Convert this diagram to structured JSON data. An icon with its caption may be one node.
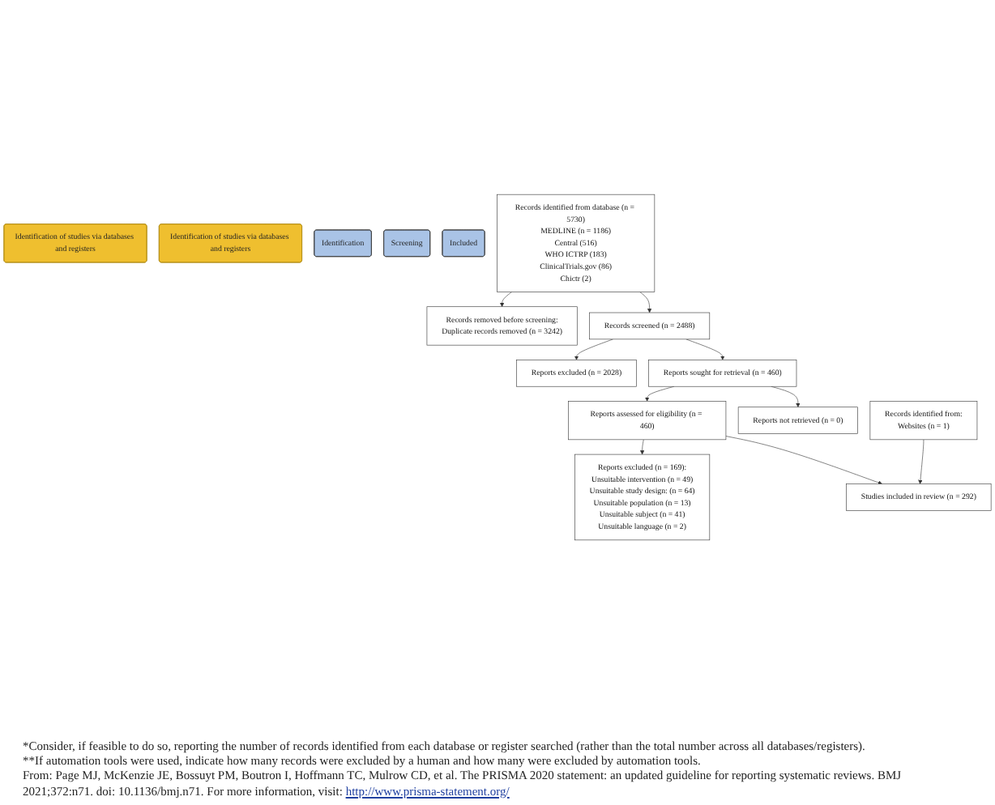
{
  "diagram": {
    "nodes": [
      {
        "text": [
          "Identification of studies via databases and registers"
        ]
      },
      {
        "text": [
          "Identification of studies via databases and registers"
        ]
      },
      {
        "text": [
          "Identification"
        ]
      },
      {
        "text": [
          "Screening"
        ]
      },
      {
        "text": [
          "Included"
        ]
      },
      {
        "text": [
          "Records identified from database (n = 5730)",
          "MEDLINE (n = 1186)",
          "Central (516)",
          "WHO ICTRP (183)",
          "ClinicalTrials.gov (86)",
          "Chictr (2)"
        ]
      },
      {
        "text": [
          "Records removed before screening:",
          "Duplicate records removed (n = 3242)"
        ]
      },
      {
        "text": [
          "Records identified from:",
          "Websites (n = 1)"
        ]
      },
      {
        "text": [
          "Records screened (n = 2488)"
        ]
      },
      {
        "text": [
          "Reports excluded (n = 2028)"
        ]
      },
      {
        "text": [
          "Reports sought for retrieval (n = 460)"
        ]
      },
      {
        "text": [
          "Reports not retrieved (n = 0)"
        ]
      },
      {
        "text": [
          "Reports assessed for eligibility (n = 460)"
        ]
      },
      {
        "text": [
          "Reports excluded (n = 169):",
          "Unsuitable intervention (n = 49)",
          "Unsuitable study design: (n = 64)",
          "Unsuitable population (n = 13)",
          "Unsuitable subject (n = 41)",
          "Unsuitable language (n = 2)"
        ]
      },
      {
        "text": [
          "Studies included in review (n = 292)"
        ]
      }
    ],
    "edges": [
      {
        "from": 5,
        "to": 6,
        "arrow": "to"
      },
      {
        "from": 5,
        "to": 8,
        "arrow": "to"
      },
      {
        "from": 8,
        "to": 9,
        "arrow": "to"
      },
      {
        "from": 8,
        "to": 10,
        "arrow": "to"
      },
      {
        "from": 10,
        "to": 11,
        "arrow": "to"
      },
      {
        "from": 10,
        "to": 12,
        "arrow": "to"
      },
      {
        "from": 12,
        "to": 13,
        "arrow": "to"
      },
      {
        "from": 12,
        "to": 14,
        "arrow": "to"
      },
      {
        "from": 7,
        "to": 14,
        "arrow": "to"
      }
    ],
    "labels": [
      "*Consider, if feasible to do so, reporting the number of records identified from each database or register searched (rather than the total number across all databases/registers).",
      "**If automation tools were used, indicate how many records were excluded by a human and how many were excluded by automation tools.",
      "From: Page MJ, McKenzie JE, Bossuyt PM, Boutron I, Hoffmann TC, Mulrow CD, et al. The PRISMA 2020 statement: an updated guideline for reporting systematic reviews. BMJ 2021;372:n71. doi: 10.1136/bmj.n71. For more information, visit:",
      "http://www.prisma-statement.org/"
    ]
  }
}
